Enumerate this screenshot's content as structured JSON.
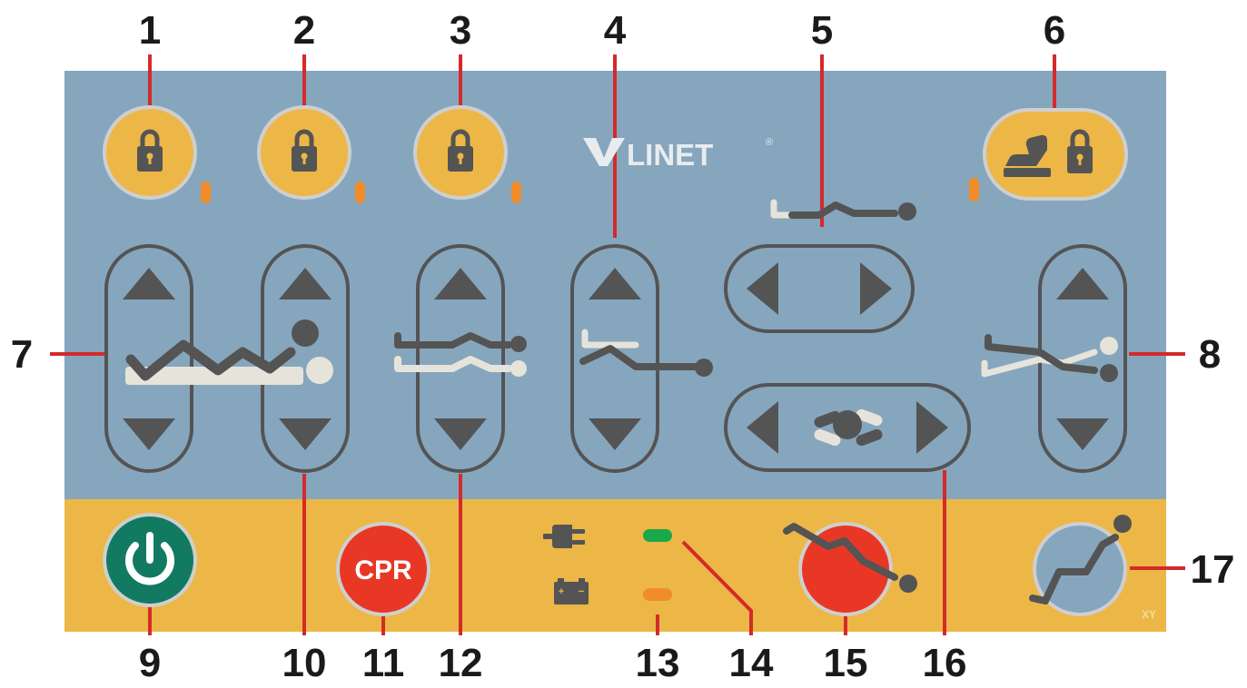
{
  "brand": {
    "name": "LINET",
    "trademark": "®",
    "corner_text": "XY"
  },
  "button_texts": {
    "cpr": "CPR"
  },
  "battery_signs": {
    "plus": "+",
    "minus": "−"
  },
  "callouts": [
    "1",
    "2",
    "3",
    "4",
    "5",
    "6",
    "7",
    "8",
    "9",
    "10",
    "11",
    "12",
    "13",
    "14",
    "15",
    "16",
    "17"
  ],
  "colors": {
    "upper_panel": "#86a6be",
    "lower_panel": "#ecb746",
    "control_gray": "#545454",
    "lock_button": "#ecb746",
    "power_button": "#137a62",
    "cpr_button": "#e83825",
    "indicator_orange": "#f28c28",
    "indicator_green": "#1aa84a",
    "leader_line": "#d42a2a"
  },
  "icons": [
    "lock-icon",
    "pedal-lock-icon",
    "arrow-up-icon",
    "arrow-down-icon",
    "arrow-left-icon",
    "arrow-right-icon",
    "backrest-thighrest-icon",
    "bed-height-icon",
    "thighrest-icon",
    "trendelenburg-icon",
    "lateral-tilt-icon",
    "anti-trendelenburg-icon",
    "power-icon",
    "plug-icon",
    "battery-icon",
    "recline-position-icon",
    "chair-position-icon"
  ]
}
